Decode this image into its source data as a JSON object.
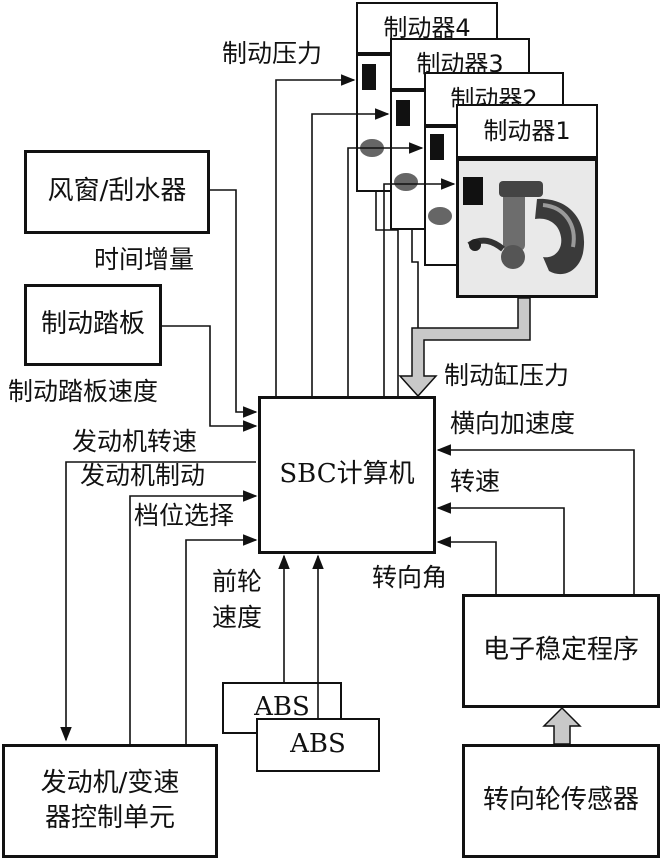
{
  "brakes": [
    "制动器4",
    "制动器3",
    "制动器2",
    "制动器1"
  ],
  "labels": {
    "brake_pressure": "制动压力",
    "brake_cylinder_pressure": "制动缸压力",
    "time_increment": "时间增量",
    "pedal_speed": "制动踏板速度",
    "engine_speed": "发动机转速",
    "engine_braking": "发动机制动",
    "gear_selection": "档位选择",
    "front_wheel_speed_l1": "前轮",
    "front_wheel_speed_l2": "速度",
    "lateral_acceleration": "横向加速度",
    "yaw_rate": "转速",
    "steering_angle": "转向角"
  },
  "boxes": {
    "windshield": "风窗/刮水器",
    "brake_pedal": "制动踏板",
    "sbc_computer": "SBC计算机",
    "ecu_line1": "发动机/变速",
    "ecu_line2": "器控制单元",
    "abs_1": "ABS",
    "abs_2": "ABS",
    "esp": "电子稳定程序",
    "steering_sensor": "转向轮传感器"
  },
  "colors": {
    "line": "#111111",
    "fill_arrow": "#c8c8c8",
    "background": "#ffffff"
  }
}
